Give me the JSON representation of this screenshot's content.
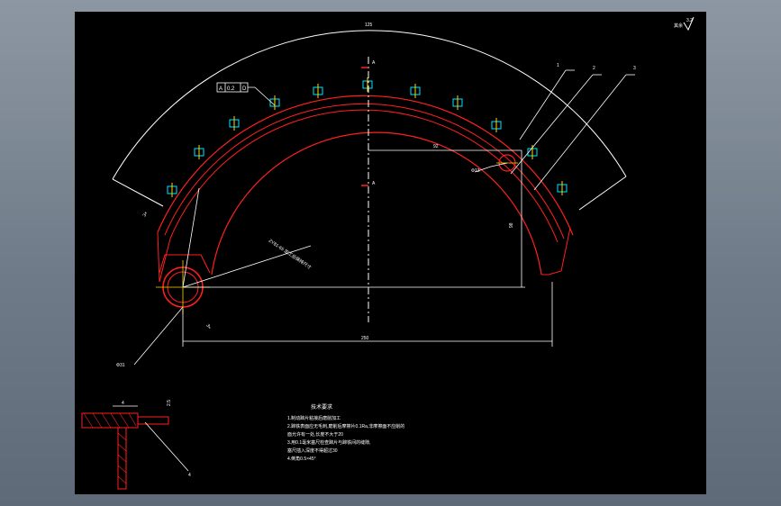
{
  "drawing": {
    "roughness_symbol": "3.2",
    "roughness_prefix": "其余",
    "dims": {
      "arc_radius": "125",
      "tolerance_frame_symbol": "A",
      "tolerance_frame_value": "0.2",
      "tolerance_frame_datum": "D",
      "horizontal_short": "92",
      "hole_small": "Φ13",
      "vertical": "98",
      "radius_callout": "ZY81-65 加工后保持尺寸",
      "chamfer": "3×",
      "hole_large": "Φ31",
      "overall_width": "250",
      "section_thickness": "2.5",
      "section_width": "4"
    },
    "section_labels": {
      "top": "A",
      "mid": "A"
    },
    "leaders": [
      "1",
      "2",
      "3"
    ],
    "section_leader": "4",
    "notes": {
      "title": "技术要求",
      "items": [
        "1.制动蹄片粘接后磨削加工",
        "2.蹄铁表面应无毛刺,磨削后摩擦片0.1Ra,非摩擦面不应削的",
        "  面允许有一处,长度不大于20",
        "3.用0.1毫米塞尺检查蹄片与蹄铁间的缝隙,",
        "  塞尺插入深度不得超过30",
        "4.倒角0.5×45°"
      ]
    }
  }
}
